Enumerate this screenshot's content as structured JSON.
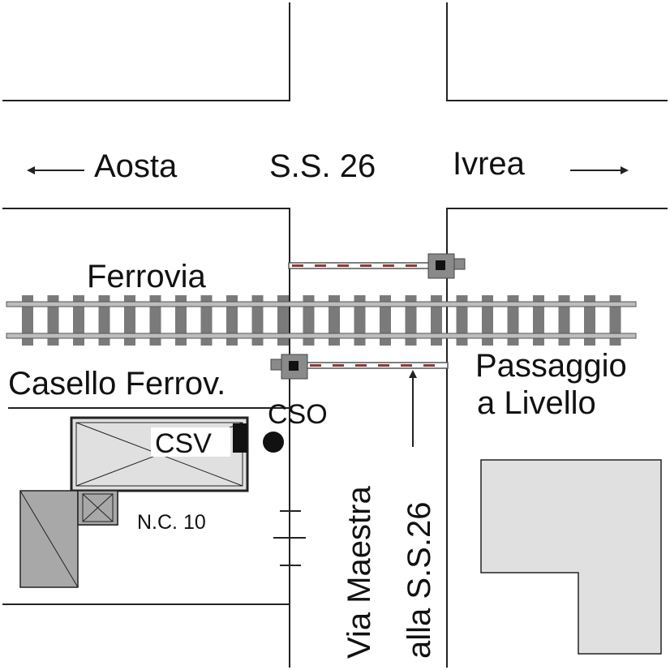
{
  "labels": {
    "left_city": "Aosta",
    "main_road": "S.S. 26",
    "right_city": "Ivrea",
    "railway": "Ferrovia",
    "level_crossing_line1": "Passaggio",
    "level_crossing_line2": "a Livello",
    "rail_house": "Casello Ferrov.",
    "cso": "CSO",
    "csv": "CSV",
    "house_number": "N.C. 10",
    "side_road": "Via Maestra",
    "side_road_direction": "alla S.S.26"
  },
  "colors": {
    "line": "#222222",
    "building_light": "#e0e0e0",
    "building_dark": "#a8a8a8",
    "rail_tie": "#7a7a7a",
    "barrier_red": "#8b3a3a"
  }
}
